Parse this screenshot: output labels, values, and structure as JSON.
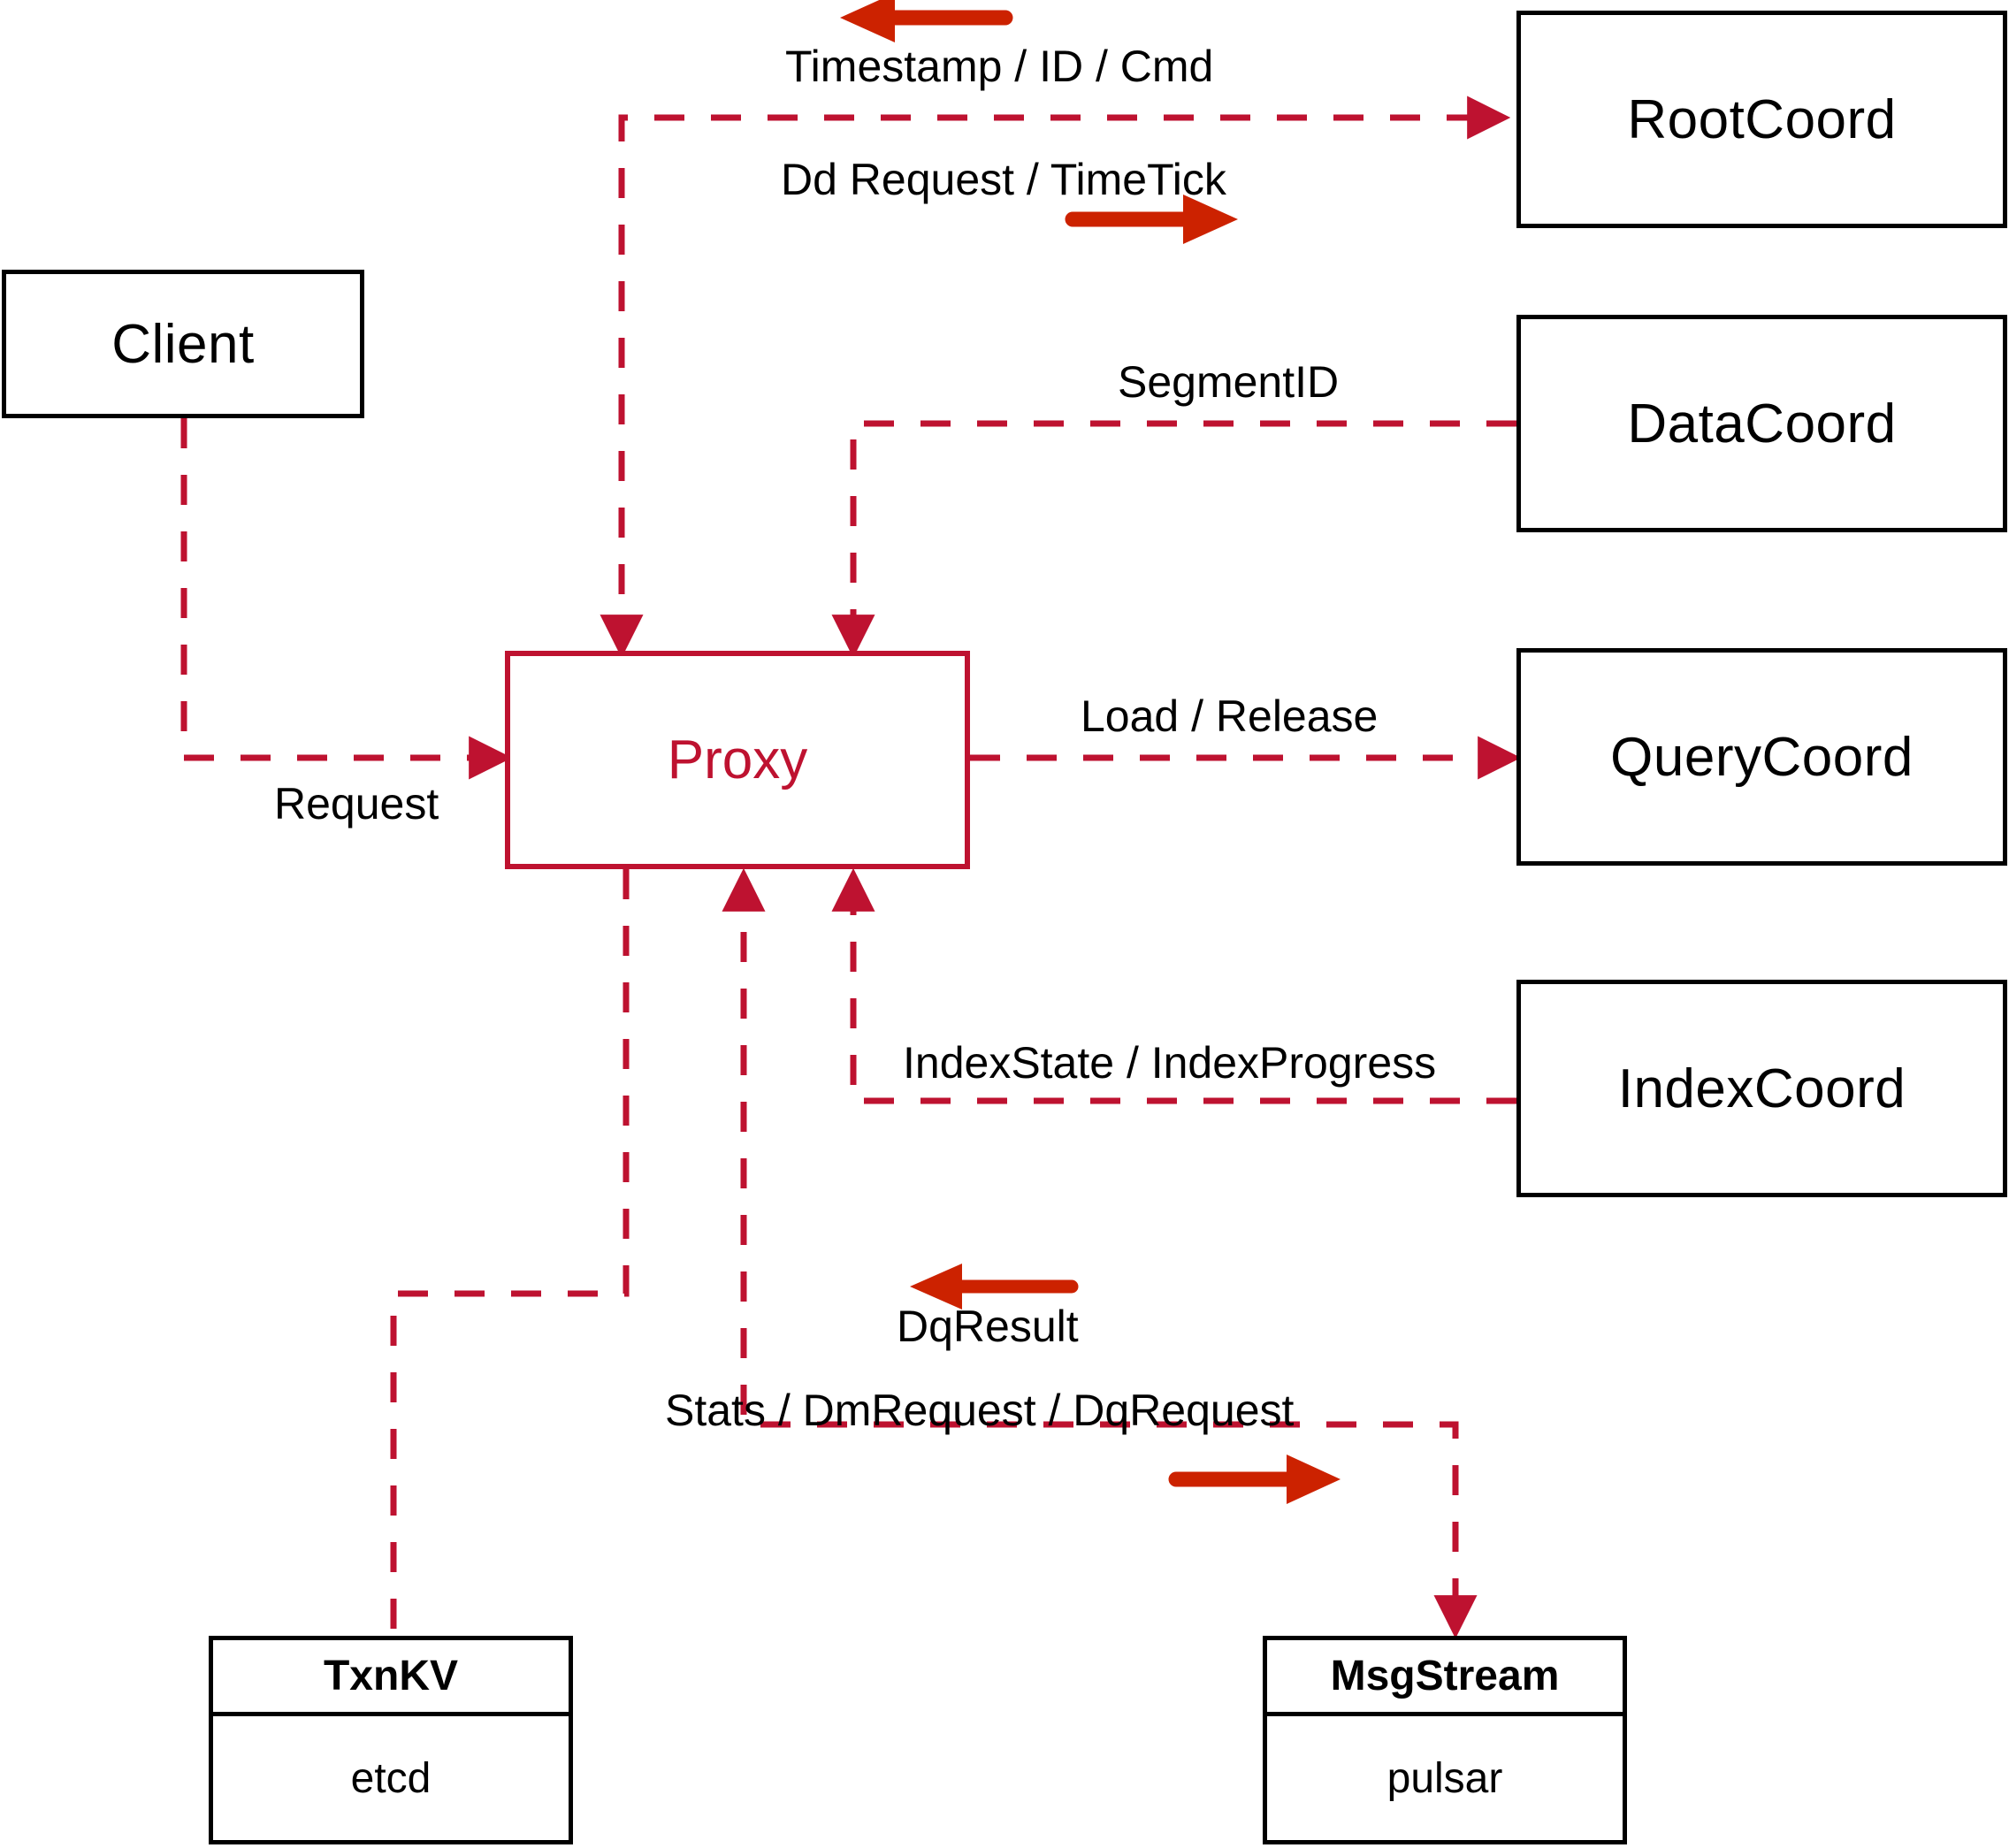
{
  "diagram": {
    "title": "Milvus Proxy component interaction diagram",
    "colors": {
      "dashed_edge": "#BE1230",
      "solid_arrow": "#CC2200",
      "node_border": "#000000",
      "accent_node": "#BE1230",
      "background": "#FFFFFF"
    }
  },
  "nodes": {
    "client": {
      "label": "Client"
    },
    "proxy": {
      "label": "Proxy"
    },
    "root_coord": {
      "label": "RootCoord"
    },
    "data_coord": {
      "label": "DataCoord"
    },
    "query_coord": {
      "label": "QueryCoord"
    },
    "index_coord": {
      "label": "IndexCoord"
    }
  },
  "stores": {
    "txnkv": {
      "title": "TxnKV",
      "impl": "etcd"
    },
    "msgstream": {
      "title": "MsgStream",
      "impl": "pulsar"
    }
  },
  "edge_labels": {
    "timestamp_id_cmd": "Timestamp / ID / Cmd",
    "dd_request_timetick": "Dd Request / TimeTick",
    "segment_id": "SegmentID",
    "request": "Request",
    "load_release": "Load / Release",
    "index_state_progress": "IndexState / IndexProgress",
    "dq_result": "DqResult",
    "stats_dm_dq_request": "Stats / DmRequest / DqRequest"
  },
  "edges": [
    {
      "id": "proxy-to-rootcoord",
      "from": "proxy",
      "to": "root_coord",
      "labels": [
        "Timestamp / ID / Cmd",
        "Dd Request / TimeTick"
      ],
      "style": "dashed",
      "arrow": "both"
    },
    {
      "id": "datacoord-to-proxy",
      "from": "data_coord",
      "to": "proxy",
      "labels": [
        "SegmentID"
      ],
      "style": "dashed",
      "arrow": "to-proxy"
    },
    {
      "id": "client-to-proxy",
      "from": "client",
      "to": "proxy",
      "labels": [
        "Request"
      ],
      "style": "dashed",
      "arrow": "to-proxy"
    },
    {
      "id": "proxy-to-querycoord",
      "from": "proxy",
      "to": "query_coord",
      "labels": [
        "Load / Release"
      ],
      "style": "dashed",
      "arrow": "to-querycoord"
    },
    {
      "id": "indexcoord-to-proxy",
      "from": "index_coord",
      "to": "proxy",
      "labels": [
        "IndexState / IndexProgress"
      ],
      "style": "dashed",
      "arrow": "to-proxy"
    },
    {
      "id": "proxy-to-txnkv",
      "from": "proxy",
      "to": "txnkv",
      "labels": [],
      "style": "dashed",
      "arrow": "none"
    },
    {
      "id": "proxy-to-msgstream",
      "from": "proxy",
      "to": "msgstream",
      "labels": [
        "DqResult",
        "Stats / DmRequest / DqRequest"
      ],
      "style": "dashed",
      "arrow": "both"
    }
  ],
  "direction_markers": [
    {
      "id": "timestamp-direction",
      "points": "left",
      "for": "Timestamp / ID / Cmd"
    },
    {
      "id": "ddrequest-direction",
      "points": "right",
      "for": "Dd Request / TimeTick"
    },
    {
      "id": "dqresult-direction",
      "points": "left",
      "for": "DqResult"
    },
    {
      "id": "stats-direction",
      "points": "right",
      "for": "Stats / DmRequest / DqRequest"
    }
  ]
}
